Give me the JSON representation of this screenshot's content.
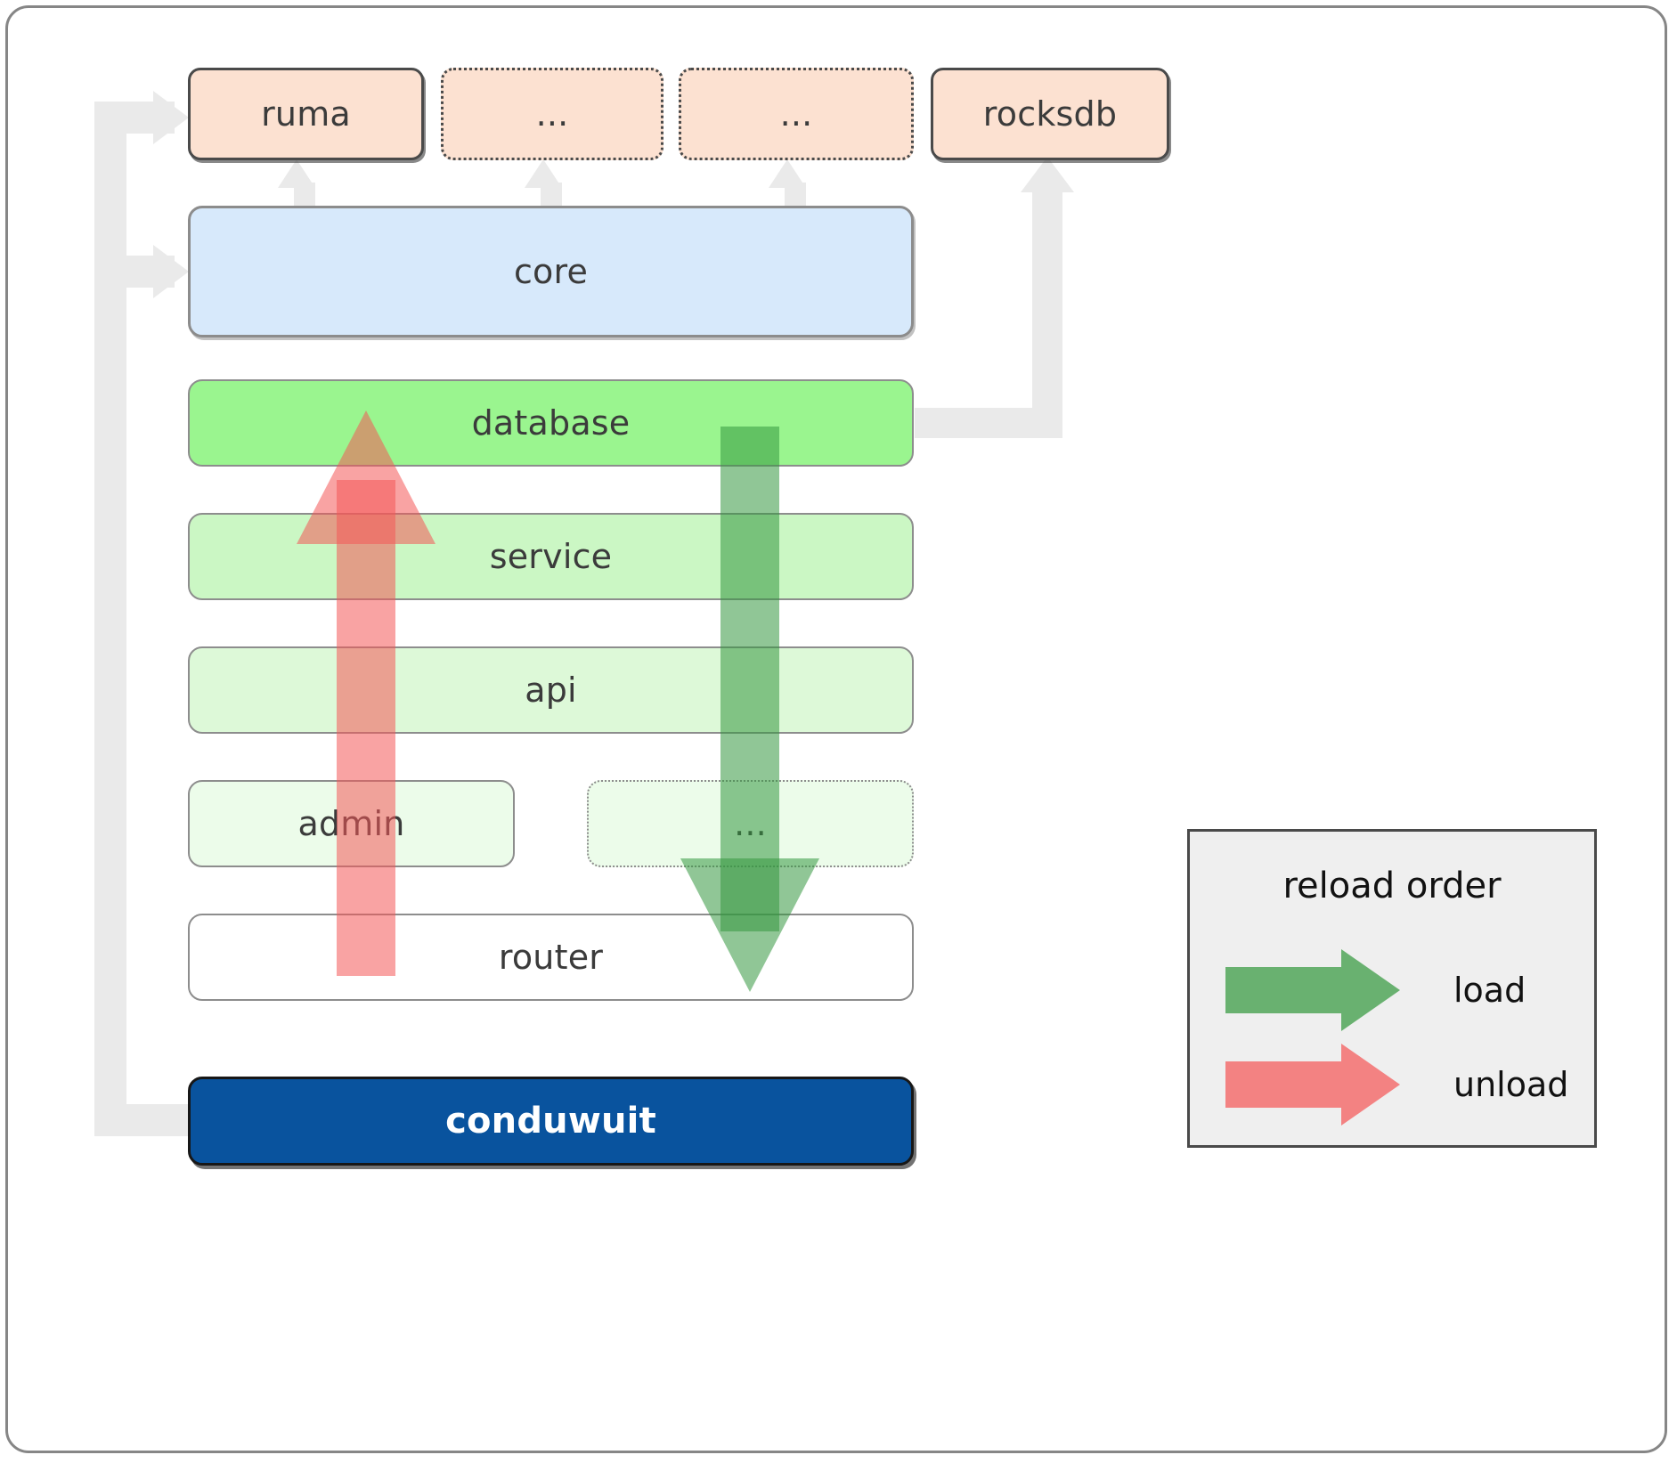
{
  "diagram": {
    "title": "conduwuit crate layering / reload order",
    "external_row": [
      {
        "id": "ruma",
        "label": "ruma",
        "style": "solid",
        "color": "#FCE1D1"
      },
      {
        "id": "ellipsis1",
        "label": "...",
        "style": "dotted",
        "color": "#FCE1D1"
      },
      {
        "id": "ellipsis2",
        "label": "...",
        "style": "dotted",
        "color": "#FCE1D1"
      },
      {
        "id": "rocksdb",
        "label": "rocksdb",
        "style": "solid",
        "color": "#FCE1D1"
      }
    ],
    "core": {
      "label": "core",
      "color": "#D7E9FB"
    },
    "layers": [
      {
        "id": "database",
        "label": "database",
        "color": "#9AF58F",
        "style": "solid",
        "width": "full"
      },
      {
        "id": "service",
        "label": "service",
        "color": "#CBF7C4",
        "style": "solid",
        "width": "full"
      },
      {
        "id": "api",
        "label": "api",
        "color": "#DDF9D8",
        "style": "solid",
        "width": "full"
      },
      {
        "id": "admin",
        "label": "admin",
        "color": "#ECFCEA",
        "style": "solid",
        "width": "half-left"
      },
      {
        "id": "more",
        "label": "...",
        "color": "#ECFCEA",
        "style": "dotted",
        "width": "half-right"
      },
      {
        "id": "router",
        "label": "router",
        "color": "#FFFFFF",
        "style": "solid",
        "width": "full"
      }
    ],
    "root": {
      "label": "conduwuit",
      "color": "#09539E",
      "text_color": "#FFFFFF"
    },
    "flows": [
      {
        "id": "unload-arrow",
        "direction": "up",
        "color": "#F45858",
        "meaning": "unload"
      },
      {
        "id": "load-arrow",
        "direction": "down",
        "color": "#34983F",
        "meaning": "load"
      }
    ],
    "connector_color": "#EAEAEA"
  },
  "legend": {
    "title": "reload order",
    "items": [
      {
        "id": "load",
        "label": "load",
        "color": "#34983F"
      },
      {
        "id": "unload",
        "label": "unload",
        "color": "#F45858"
      }
    ]
  }
}
